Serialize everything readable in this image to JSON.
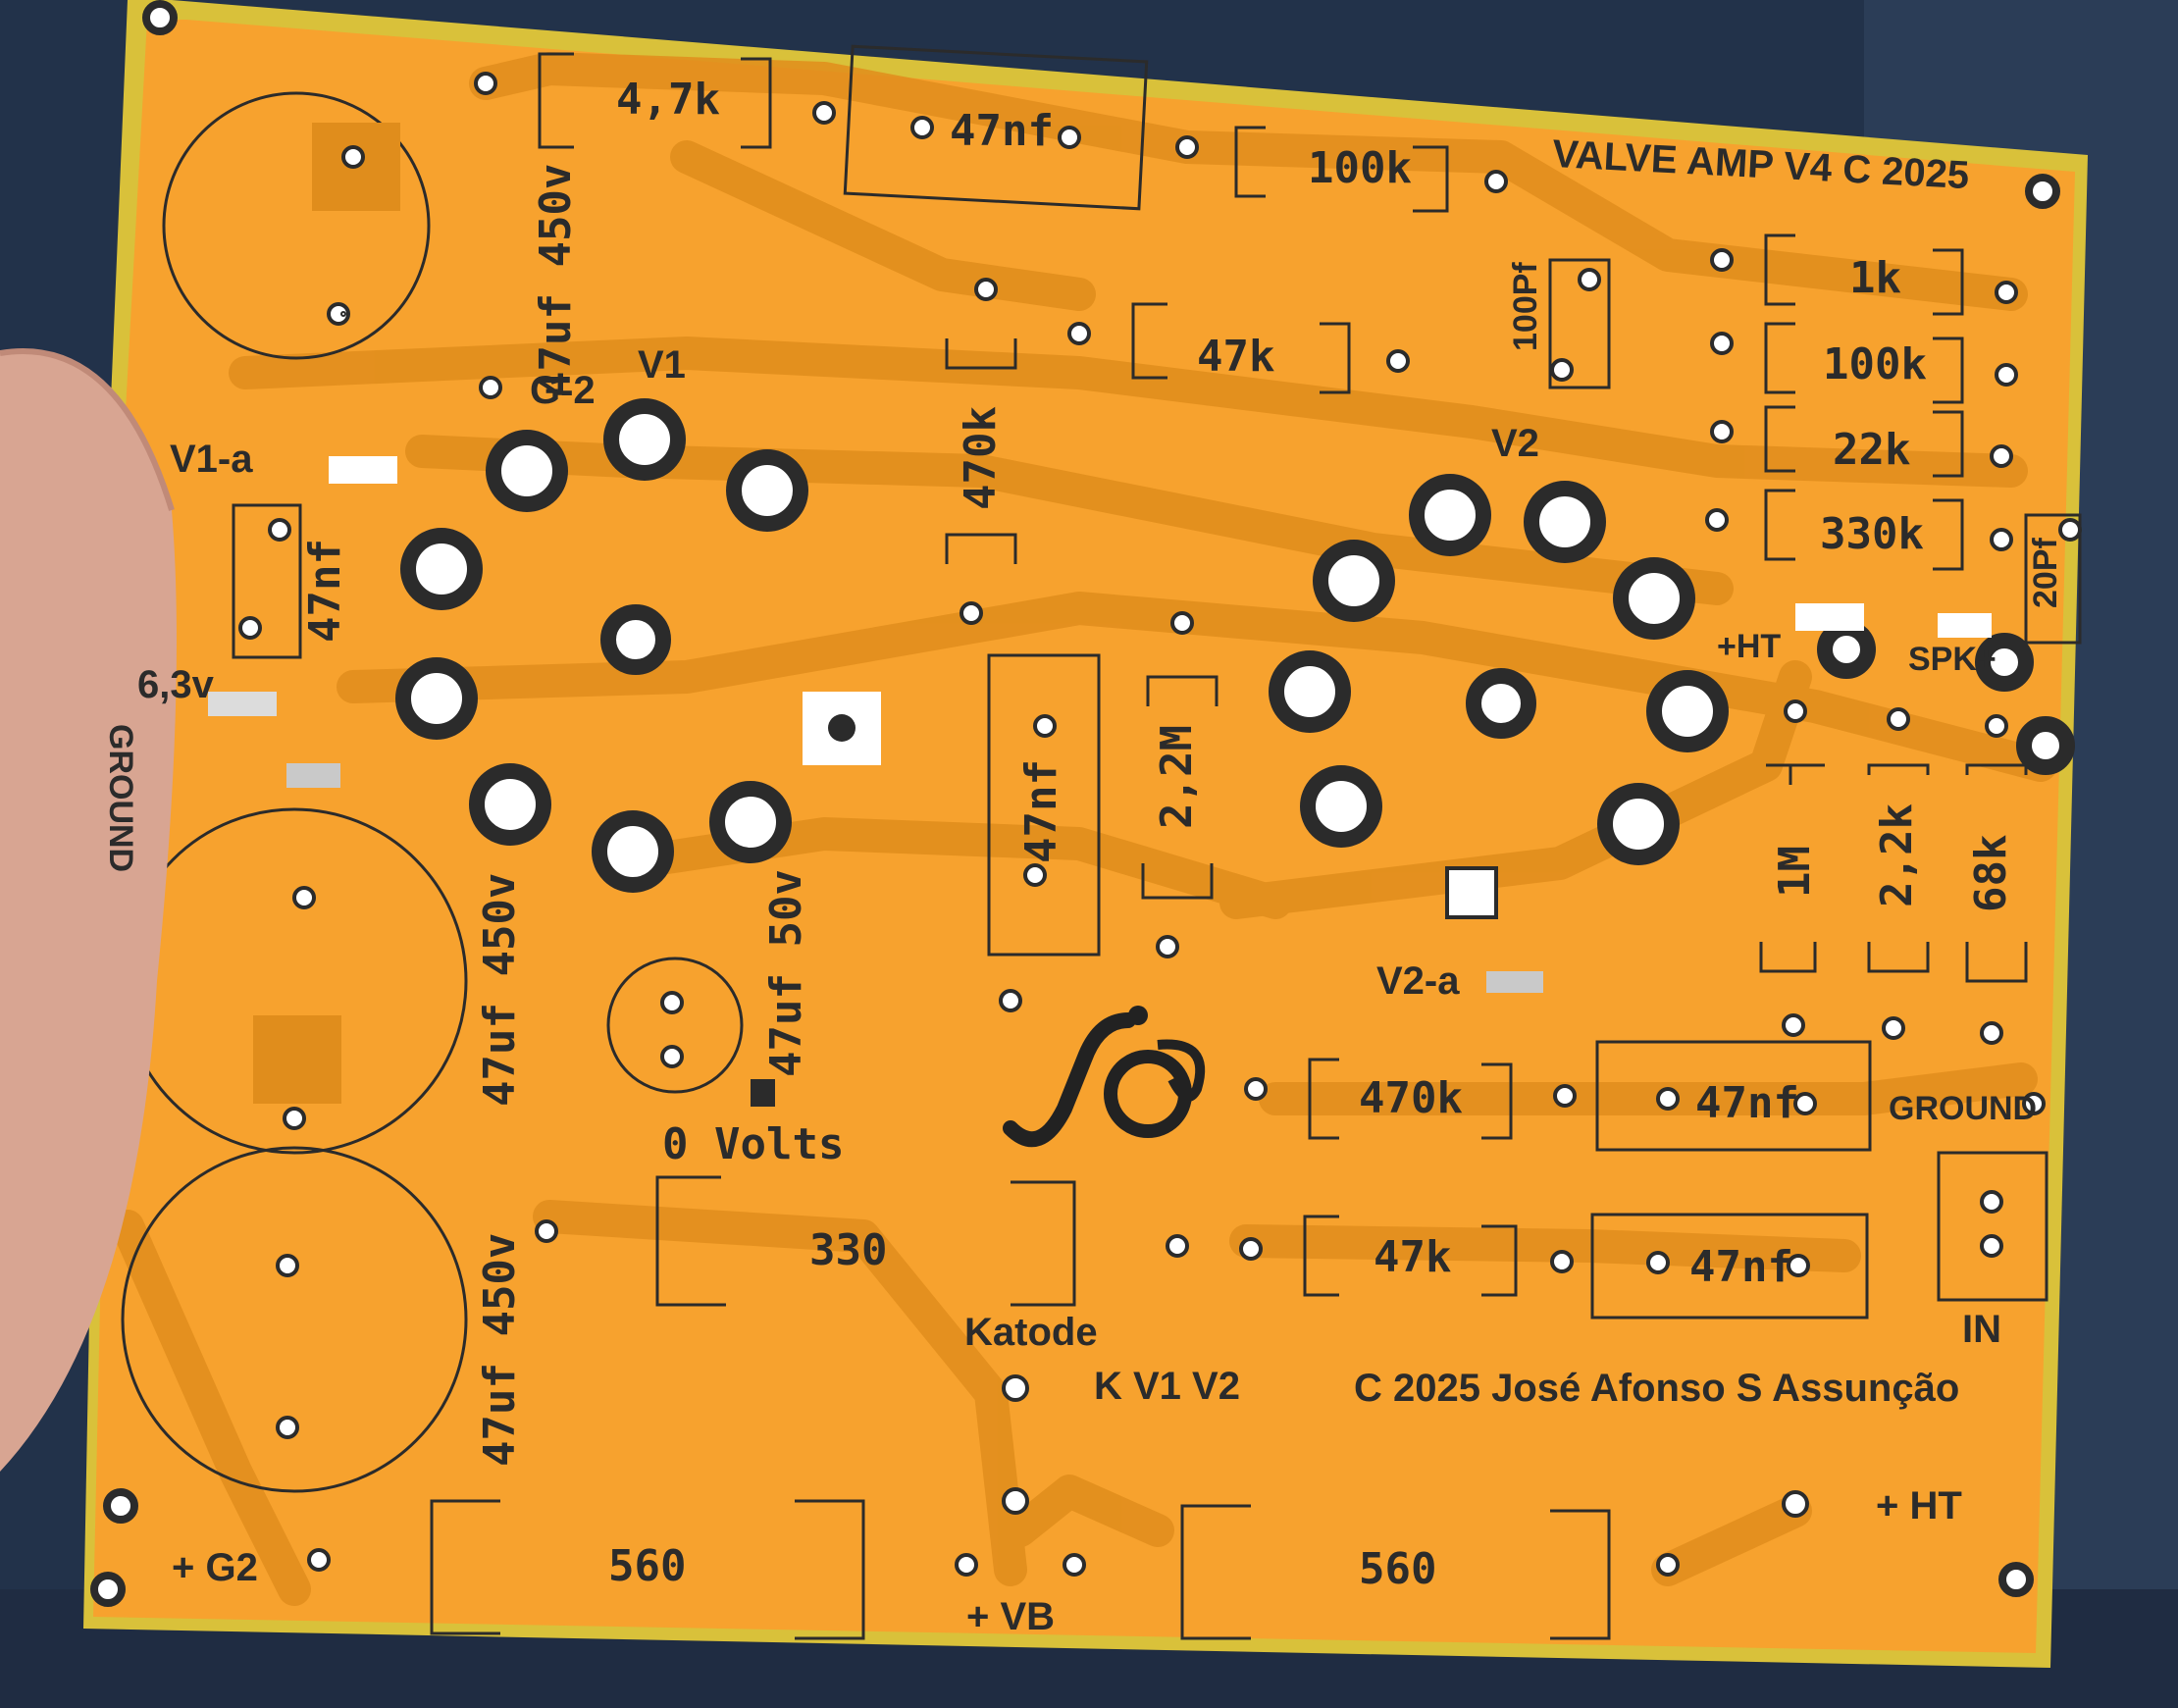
{
  "board": {
    "title": "VALVE AMP V4 C 2025",
    "copyright": "C 2025  José Afonso S Assunção",
    "logo": "ʃ@",
    "colors": {
      "soldermask": "#f7a22e",
      "copper": "#cf8f1e",
      "silk": "#2b2b2b",
      "substrate": "#d9c13a",
      "fabric": "#22324a"
    }
  },
  "labels": {
    "r_4k7": "4,7k",
    "c_47nf_top": "47nf",
    "r_100k_top": "100k",
    "r_1k": "1k",
    "r_100k_right": "100k",
    "r_22k": "22k",
    "r_330k": "330k",
    "c_100pf": "100Pf",
    "c_20pf": "20Pf",
    "r_47k_top": "47k",
    "r_470k": "470k",
    "cap_top": "47uf 450v",
    "cap_mid": "47uf 450v",
    "cap_bot": "47uf 450v",
    "g2_label": "G-2",
    "v1": "V1",
    "v2": "V2",
    "v1a": "V1-a",
    "v2a": "V2-a",
    "c_47nf_left": "47nf",
    "c_47nf_center": "47nf",
    "r_2m2": "2,2M",
    "heater": "6,3v",
    "ground_left": "GROUND",
    "ground_right": "GROUND",
    "ht_mid": "+HT",
    "spk": "SPK+",
    "r_1m": "1M",
    "r_2k2": "2,2k",
    "r_68k": "68k",
    "cap_50v": "47uf 50v",
    "zero_volts": "0 Volts",
    "r_470k_low": "470k",
    "c_47nf_low1": "47nf",
    "r_330": "330",
    "r_47k_low": "47k",
    "c_47nf_low2": "47nf",
    "in": "IN",
    "katode": "Katode",
    "kv1v2": "K V1 V2",
    "g2_plus": "+ G2",
    "r_560_left": "560",
    "vb": "+ VB",
    "r_560_right": "560",
    "ht_bot": "+ HT"
  }
}
